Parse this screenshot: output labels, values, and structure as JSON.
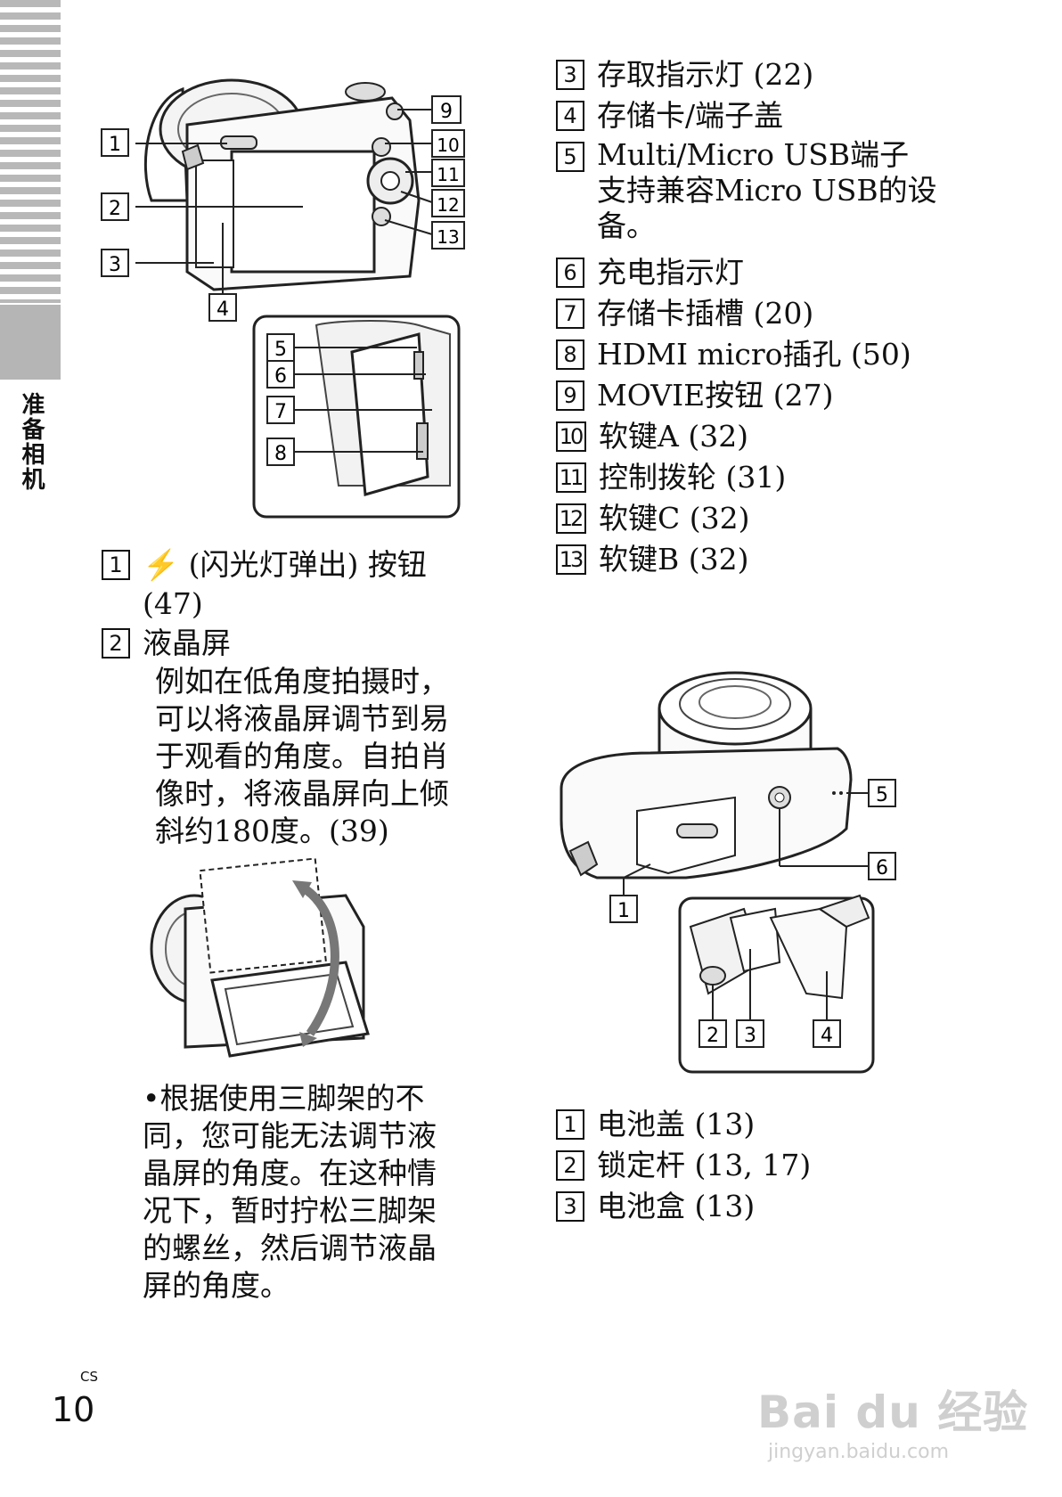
{
  "side_label": "准备相机",
  "page": {
    "number": "10",
    "suffix": "CS"
  },
  "figure1_callouts": [
    "1",
    "2",
    "3",
    "4",
    "9",
    "10",
    "11",
    "12",
    "13",
    "5",
    "6",
    "7",
    "8"
  ],
  "left_items": [
    {
      "num": "1",
      "text": "⚡ (闪光灯弹出) 按钮\n(47)"
    },
    {
      "num": "2",
      "text": "液晶屏"
    }
  ],
  "lcd_description": "例如在低角度拍摄时，\n可以将液晶屏调节到易\n于观看的角度。自拍肖\n像时，将液晶屏向上倾\n斜约180度。(39)",
  "tripod_note": "•根据使用三脚架的不\n同，您可能无法调节液\n晶屏的角度。在这种情\n况下，暂时拧松三脚架\n的螺丝，然后调节液晶\n屏的角度。",
  "right_items": [
    {
      "num": "3",
      "text": "存取指示灯 (22)"
    },
    {
      "num": "4",
      "text": "存储卡/端子盖"
    },
    {
      "num": "5",
      "text": "Multi/Micro USB端子\n支持兼容Micro USB的设\n备。"
    },
    {
      "num": "6",
      "text": "充电指示灯"
    },
    {
      "num": "7",
      "text": "存储卡插槽 (20)"
    },
    {
      "num": "8",
      "text": "HDMI micro插孔 (50)"
    },
    {
      "num": "9",
      "text": "MOVIE按钮 (27)"
    },
    {
      "num": "10",
      "text": "软键A (32)"
    },
    {
      "num": "11",
      "text": "控制拨轮 (31)"
    },
    {
      "num": "12",
      "text": "软键C (32)"
    },
    {
      "num": "13",
      "text": "软键B (32)"
    }
  ],
  "figure2_callouts": [
    "5",
    "1",
    "6",
    "2",
    "3",
    "4"
  ],
  "bottom_items": [
    {
      "num": "1",
      "text": "电池盖 (13)"
    },
    {
      "num": "2",
      "text": "锁定杆 (13, 17)"
    },
    {
      "num": "3",
      "text": "电池盒 (13)"
    }
  ],
  "watermark": {
    "brand": "Bai du 经验",
    "url": "jingyan.baidu.com"
  }
}
